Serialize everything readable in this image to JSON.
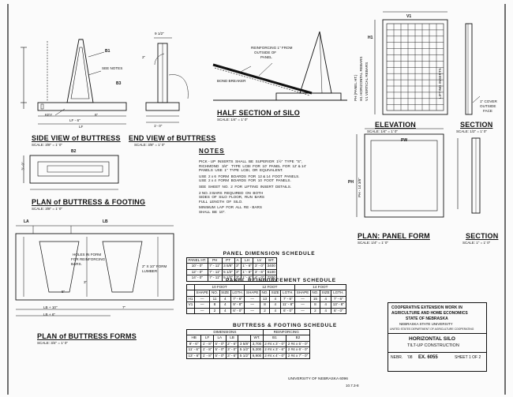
{
  "views": {
    "side_buttress": {
      "title": "SIDE VIEW of BUTTRESS",
      "scale": "SCALE: 3/8\" = 1' 0\""
    },
    "end_buttress": {
      "title": "END VIEW of BUTTRESS",
      "scale": "SCALE: 3/8\" = 1' 0\""
    },
    "half_section": {
      "title": "HALF SECTION of SILO",
      "scale": "SCALE: 1/4\" = 1' 0\""
    },
    "plan_buttress_footing": {
      "title": "PLAN of BUTTRESS & FOOTING",
      "scale": "SCALE: 3/8\" = 1' 0\""
    },
    "plan_buttress_forms": {
      "title": "PLAN of BUTTRESS FORMS",
      "scale": "SCALE: 3/4\" = 1' 0\""
    },
    "elevation": {
      "title": "ELEVATION",
      "scale": "SCALE: 1/4\" = 1' 0\""
    },
    "section_top": {
      "title": "SECTION",
      "scale": "SCALE: 1/2\" = 1' 0\""
    },
    "plan_panel_form": {
      "title": "PLAN: PANEL FORM",
      "scale": "SCALE: 1/4\" = 1' 0\""
    },
    "section_bottom": {
      "title": "SECTION",
      "scale": "SCALE: 1\" = 1' 0\""
    }
  },
  "annotations": {
    "b1": "B1",
    "see_notes": "SEE NOTES",
    "b3": "B3",
    "key": "KEY",
    "lf_minus_6": "LF - 6\"",
    "lf": "LF",
    "six_in": "6\"",
    "nine_half": "9 1/2\"",
    "two_in": "2\"",
    "one_foot": "1'- 0\"",
    "b2": "B2",
    "three_ft": "3'- 0\"",
    "reinforcing_1": "REINFORCING 1\" FROM",
    "reinforcing_2": "OUTSIDE OF",
    "reinforcing_3": "PANEL",
    "bond_breaker": "BOND BREAKER",
    "la": "LA",
    "lb": "LB",
    "holes_1": "HOLES IN FORM",
    "holes_2": "FOR REINFORCING",
    "holes_3": "BARS.",
    "lumber_1": "2\" X 10\" FORM",
    "lumber_2": "LUMBER",
    "lb_plus_10": "LB + 10\"",
    "lb_plus_6": "LB + 6\"",
    "seven_in": "7\"",
    "three_in": "3\"",
    "five_in": "5\"",
    "cover_1": "1\" COVER",
    "cover_2": "OUTSIDE",
    "cover_3": "FACE",
    "lifting_inserts": "LIFTING INSERTS",
    "pw": "PW",
    "ph": "PH",
    "h1": "H1",
    "v1": "V1",
    "ph_vert": "PH - 14 3/8\"",
    "panel_label_1": "PH (PANEL HT.)",
    "panel_label_2": "H1 HORIZONTAL REBARS",
    "panel_label_3": "V1 VERTICAL REBARS"
  },
  "notes": {
    "heading": "NOTES",
    "lines": [
      "PICK - UP  INSERTS  SHALL  BE  SUPERIOR  1½\"  TYPE  \"S\",",
      "RICHMOND   3/4\"   TYPE  LCBI  FOR  10'  PANEL  FOR  12' & 14'",
      "PANELS  USE  1\"  TYPE  LCBI,  OR  EQUIVALENT.",
      "USE  2 x 6  FORM  BOARDS  FOR  12 & 14  FOOT  PANELS.",
      "USE  2 x 4  FORM  BOARDS  FOR  10  FOOT  PANELS.",
      "SEE  SHEET  NO.  2  FOR  LIFTING  INSERT  DETAILS.",
      "2 NO. 3 BARS  REQUIRED  ON  BOTH",
      "SIDES  OF  SILO  FLOOR,  RUN  BARS",
      "FULL  LENGTH  OF  SILO.",
      "MINIMUM  LAP  FOR  ALL  RE - BARS",
      "SHALL  BE  10\"."
    ]
  },
  "panel_dimension_schedule": {
    "title": "PANEL  DIMENSION  SCHEDULE",
    "headers": [
      "PANEL HT.",
      "PH",
      "PT",
      "A",
      "LH",
      "LV",
      "WT."
    ],
    "rows": [
      [
        "10' - 0\"",
        "7' - 11\"",
        "3 5/8\"",
        "3\"",
        "1' - 6\"",
        "3' - 0\"",
        "3400"
      ],
      [
        "12' - 0\"",
        "7' - 11\"",
        "5 1/2\"",
        "3\"",
        "1' - 6\"",
        "3' - 6\"",
        "6100"
      ],
      [
        "14' - 0\"",
        "7' - 11\"",
        "5 1/2\"",
        "3\"",
        "1' - 6\"",
        "4' - 0\"",
        "7200"
      ]
    ]
  },
  "panel_reinforcement_schedule": {
    "title": "PANEL  REINFORCEMENT  SCHEDULE",
    "groups": [
      "10  FOOT",
      "12  FOOT",
      "14  FOOT"
    ],
    "subheaders": [
      "SHAPE",
      "NO.",
      "SIZE",
      "LGTH.",
      "SHAPE",
      "NO.",
      "SIZE",
      "LGTH.",
      "SHAPE",
      "NO.",
      "SIZE",
      "LGTH."
    ],
    "rows": [
      [
        "H1",
        "—",
        "11",
        "4",
        "7' - 6\"",
        "—",
        "13",
        "4",
        "7' - 6\"",
        "—",
        "15",
        "4",
        "7' - 6\""
      ],
      [
        "V1",
        "—",
        "8",
        "4",
        "9' - 8\"",
        "—",
        "8",
        "4",
        "11' - 8\"",
        "—",
        "8",
        "4",
        "13' - 8\""
      ],
      [
        "",
        "—",
        "2",
        "4",
        "6' - 0\"",
        "—",
        "2",
        "4",
        "6' - 0\"",
        "—",
        "2",
        "4",
        "6' - 0\""
      ]
    ]
  },
  "buttress_footing_schedule": {
    "title": "BUTTRESS  &  FOOTING  SCHEDULE",
    "group_dims": "DIMENSIONS",
    "group_reinf": "REINFORCING",
    "headers": [
      "HB",
      "LF",
      "LA",
      "LB",
      "WT.",
      "B1",
      "B2"
    ],
    "rows": [
      [
        "9' - 6\"",
        "1' - 8\"",
        "5' - 0\"",
        "2' - 6\"",
        "3 5/8\"",
        "3,700",
        "2 #4 x 3' - 0\"",
        "2 #4 x 5' - 0\""
      ],
      [
        "11' - 6\"",
        "1' - 8\"",
        "5' - 0\"",
        "3' - 0\"",
        "5 1/2\"",
        "5,200",
        "2 #4 x 3' - 6\"",
        "2 #4 x 6' - 0\""
      ],
      [
        "13' - 6\"",
        "1' - 8\"",
        "5' - 0\"",
        "3' - 6\"",
        "5 1/2\"",
        "6,900",
        "2 #4 x 4' - 0\"",
        "2 #4 x 7' - 0\""
      ]
    ]
  },
  "title_block": {
    "line1": "COOPERATIVE EXTENSION WORK IN",
    "line2": "AGRICULTURE AND HOME ECONOMICS",
    "line3": "STATE OF NEBRASKA",
    "line4": "NEBRASKA STATE UNIVERSITY",
    "line5": "UNITED STATES DEPARTMENT OF AGRICULTURE COOPERATING",
    "project1": "HORIZONTAL SILO",
    "project2": "TILT-UP CONSTRUCTION",
    "ref1": "NEBR.",
    "ref2": "'08",
    "ref3": "EX. 6055",
    "sheet": "SHEET 1 OF 2"
  },
  "footer": {
    "university": "UNIVERSITY   OF   NEBRASKA   6096",
    "code": "10.7.3-8"
  }
}
